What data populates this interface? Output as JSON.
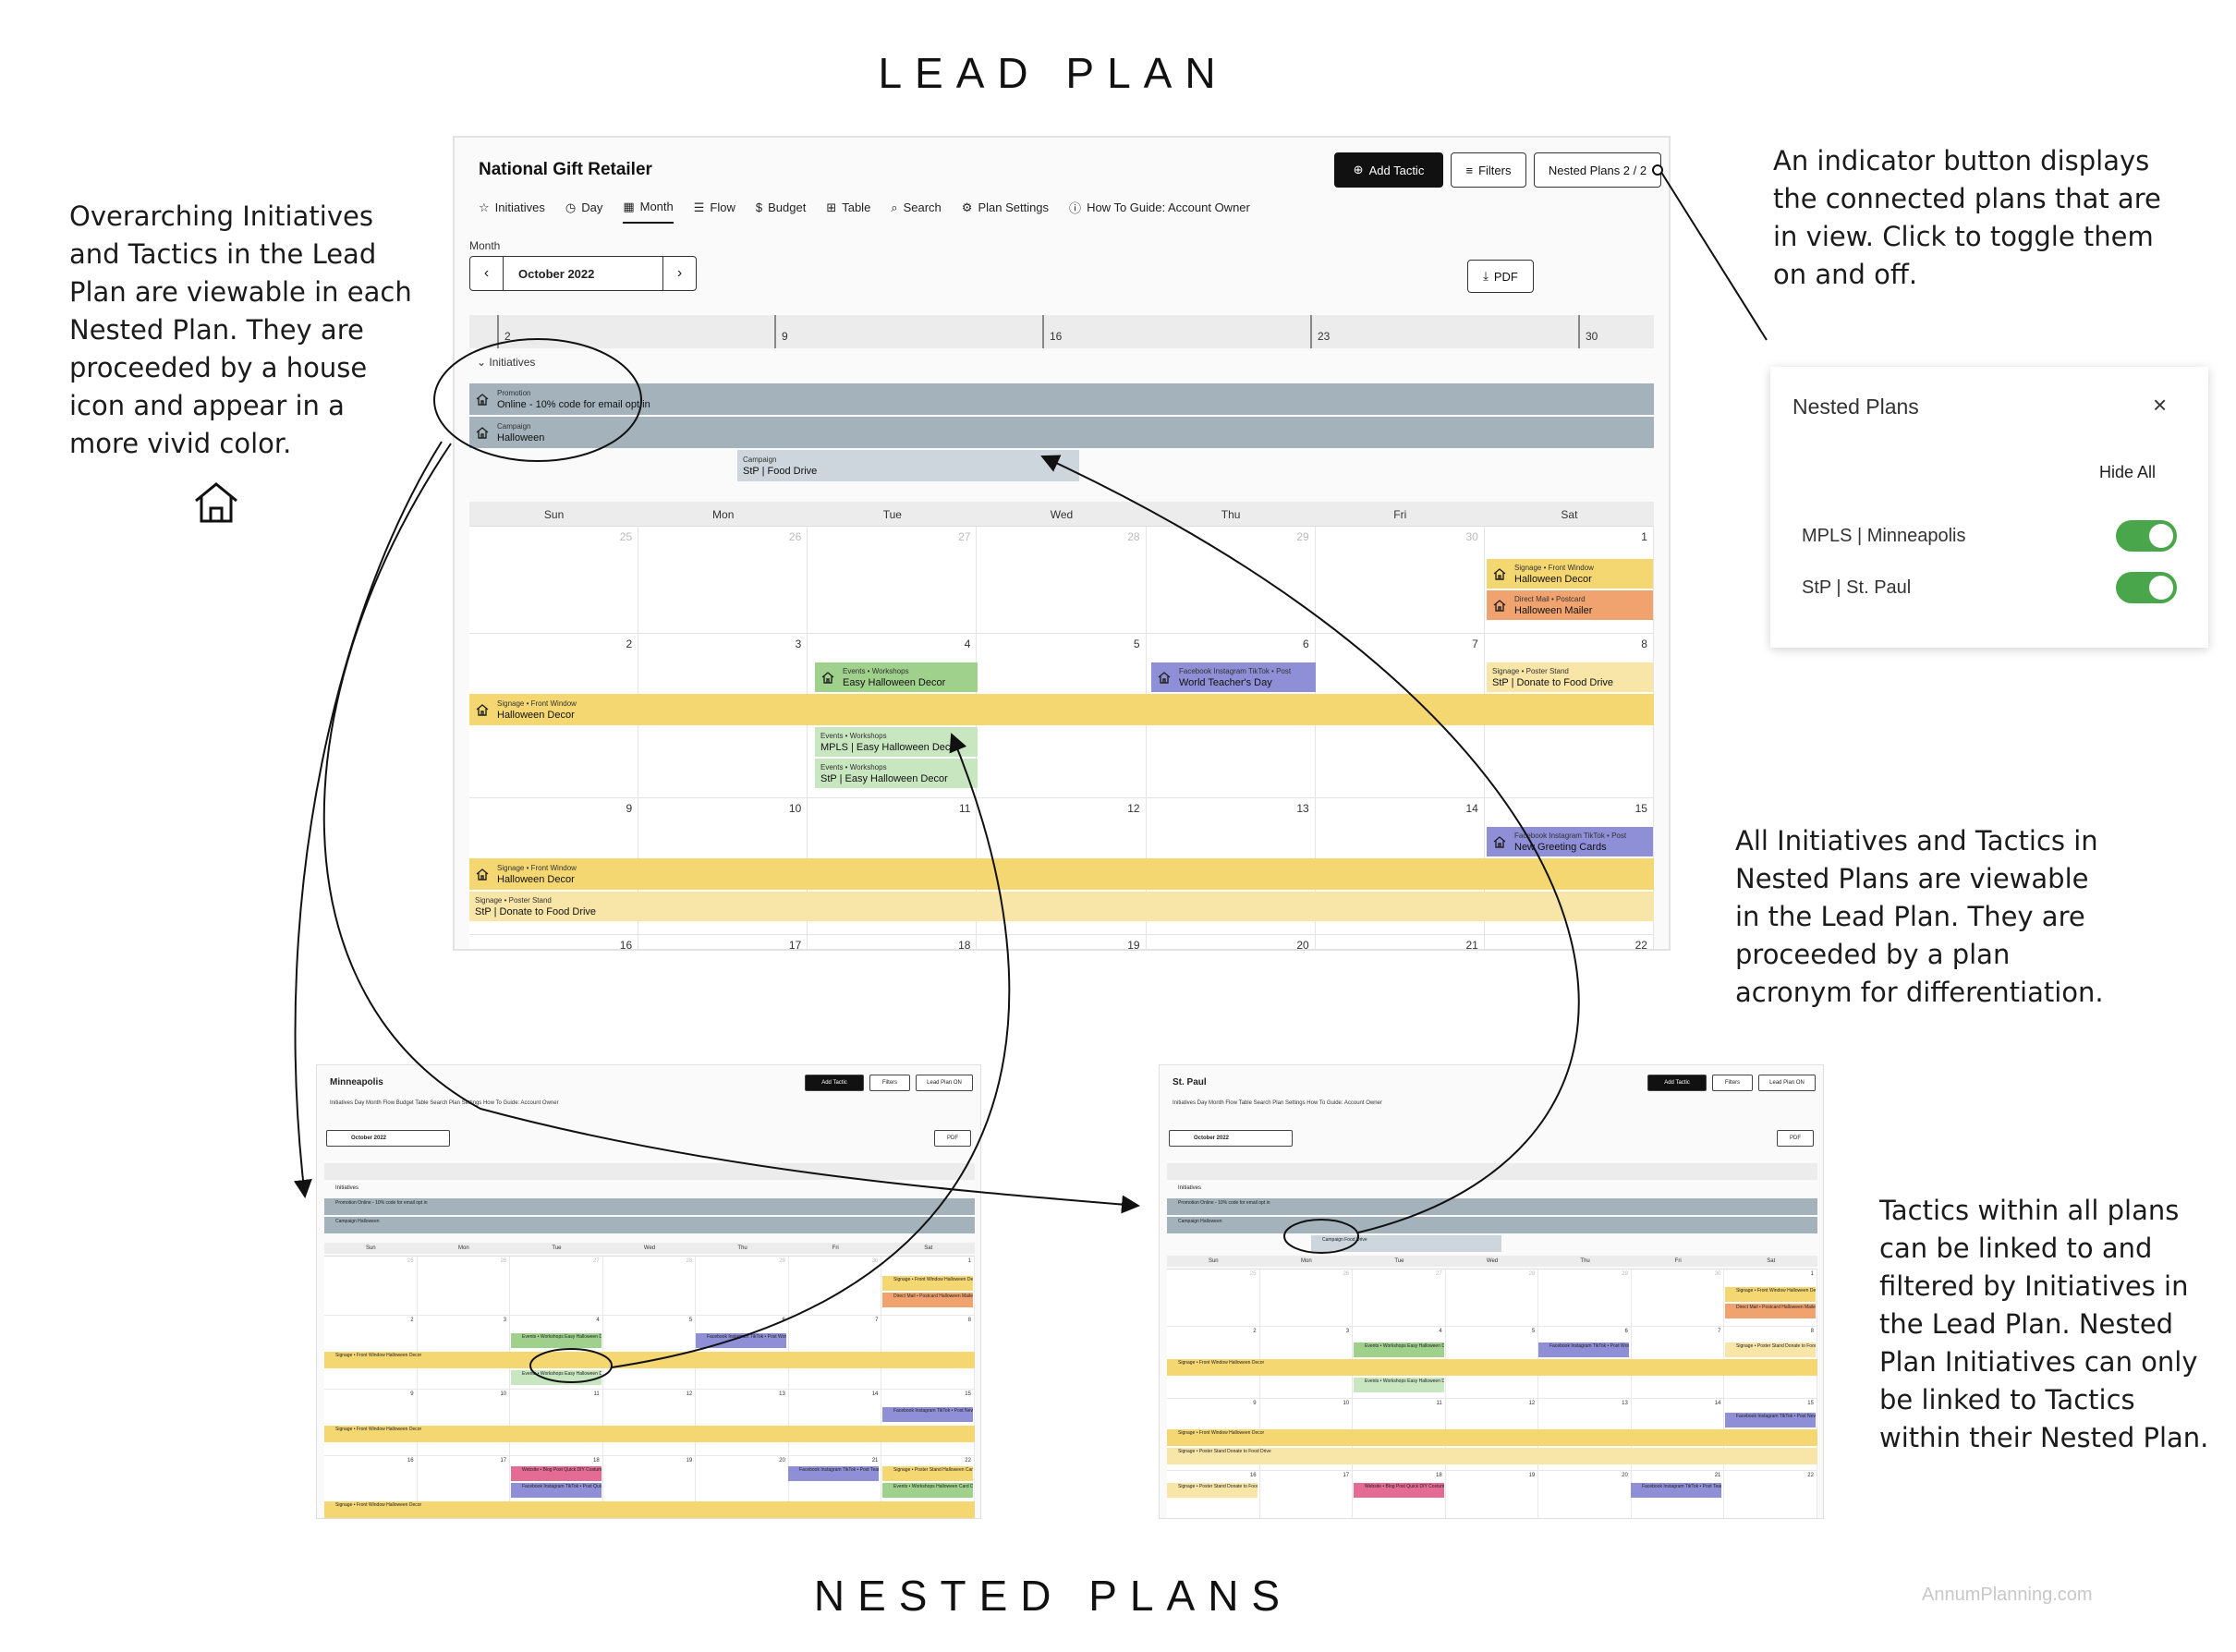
{
  "headings": {
    "lead": "LEAD PLAN",
    "nested": "NESTED PLANS"
  },
  "annotations": {
    "left": "Overarching Initiatives\nand Tactics in the Lead\nPlan are viewable in each\nNested Plan. They are\nproceeded by a house\nicon and appear in a\nmore vivid color.",
    "top_right": "An indicator button displays\nthe connected plans that are\nin view. Click to toggle them\non and off.",
    "mid_right": "All Initiatives and Tactics in\nNested Plans are viewable\nin the Lead Plan. They are\nproceeded by a plan\nacronym for differentiation.",
    "bottom_right": "Tactics within all plans\ncan be linked to and\nfiltered by Initiatives in\nthe Lead Plan. Nested\nPlan Initiatives can only\nbe linked to Tactics\nwithin their Nested Plan."
  },
  "footer": {
    "brand": "AnnumPlanning.com"
  },
  "lead_app": {
    "title": "National Gift Retailer",
    "buttons": {
      "add_tactic": "Add Tactic",
      "filters": "Filters",
      "nested_plans": "Nested Plans 2 / 2",
      "pdf": "PDF"
    },
    "nav": [
      {
        "label": "Initiatives",
        "icon": "star-icon"
      },
      {
        "label": "Day",
        "icon": "clock-icon"
      },
      {
        "label": "Month",
        "icon": "calendar-icon"
      },
      {
        "label": "Flow",
        "icon": "flow-icon"
      },
      {
        "label": "Budget",
        "icon": "dollar-icon"
      },
      {
        "label": "Table",
        "icon": "table-icon"
      },
      {
        "label": "Search",
        "icon": "search-icon"
      },
      {
        "label": "Plan Settings",
        "icon": "gear-icon"
      },
      {
        "label": "How To Guide: Account Owner",
        "icon": "info-icon"
      }
    ],
    "month_label": "Month",
    "month_value": "October 2022",
    "week_ticks": [
      "2",
      "9",
      "16",
      "23",
      "30"
    ],
    "initiatives_label": "Initiatives",
    "initiatives": [
      {
        "type": "Promotion",
        "name": "Online - 10% code for email opt in",
        "lead": true
      },
      {
        "type": "Campaign",
        "name": "Halloween",
        "lead": true
      },
      {
        "type": "Campaign",
        "name": "StP | Food Drive",
        "lead": false
      }
    ],
    "days_of_week": [
      "Sun",
      "Mon",
      "Tue",
      "Wed",
      "Thu",
      "Fri",
      "Sat"
    ],
    "weeks": [
      [
        "25",
        "26",
        "27",
        "28",
        "29",
        "30",
        "1"
      ],
      [
        "2",
        "3",
        "4",
        "5",
        "6",
        "7",
        "8"
      ],
      [
        "9",
        "10",
        "11",
        "12",
        "13",
        "14",
        "15"
      ],
      [
        "16",
        "17",
        "18",
        "19",
        "20",
        "21",
        "22"
      ]
    ],
    "tactics": {
      "w0_sat_a": {
        "type": "Signage • Front Window",
        "name": "Halloween Decor"
      },
      "w0_sat_b": {
        "type": "Direct Mail • Postcard",
        "name": "Halloween Mailer"
      },
      "w1_tue": {
        "type": "Events • Workshops",
        "name": "Easy Halloween Decor"
      },
      "w1_thu": {
        "type": "Facebook Instagram TikTok • Post",
        "name": "World Teacher's Day"
      },
      "w1_sat": {
        "type": "Signage • Poster Stand",
        "name": "StP | Donate to Food Drive"
      },
      "w1_span": {
        "type": "Signage • Front Window",
        "name": "Halloween Decor"
      },
      "w1_tue_mpls": {
        "type": "Events • Workshops",
        "name": "MPLS | Easy Halloween Decor"
      },
      "w1_tue_stp": {
        "type": "Events • Workshops",
        "name": "StP | Easy Halloween Decor"
      },
      "w2_sat": {
        "type": "Facebook Instagram TikTok • Post",
        "name": "New Greeting Cards"
      },
      "w2_span": {
        "type": "Signage • Front Window",
        "name": "Halloween Decor"
      },
      "w2_span_stp": {
        "type": "Signage • Poster Stand",
        "name": "StP | Donate to Food Drive"
      }
    },
    "colors": {
      "initiative": "#a3b2bb",
      "initiative_nested": "#ccd6dc",
      "yellow": "#f5d772",
      "yellow_light": "#f8e6a8",
      "orange": "#f0a36e",
      "green": "#9fd08c",
      "green_light": "#c8e6bf",
      "purple": "#8e8fd6"
    }
  },
  "popup": {
    "title": "Nested Plans",
    "close": "×",
    "hide_all": "Hide All",
    "plans": [
      {
        "label": "MPLS | Minneapolis",
        "enabled": true
      },
      {
        "label": "StP | St. Paul",
        "enabled": true
      }
    ]
  },
  "mini_mpls": {
    "title": "Minneapolis",
    "buttons": {
      "add_tactic": "Add Tactic",
      "filters": "Filters",
      "lead": "Lead Plan ON",
      "pdf": "PDF"
    },
    "nav": "Initiatives   Day   Month   Flow   Budget   Table   Search   Plan Settings   How To Guide: Account Owner",
    "month": "October 2022",
    "initiatives_label": "Initiatives",
    "initiatives": [
      "Promotion Online - 10% code for email opt in",
      "Campaign Halloween"
    ],
    "days_of_week": [
      "Sun",
      "Mon",
      "Tue",
      "Wed",
      "Thu",
      "Fri",
      "Sat"
    ],
    "chips": {
      "a": "Signage • Front Window Halloween Decor",
      "b": "Direct Mail • Postcard Halloween Mailer",
      "c": "Events • Workshops Easy Halloween Decor",
      "d": "Facebook Instagram TikTok • Post World Teacher's Day",
      "e": "Signage • Front Window Halloween Decor",
      "f": "Events • Workshops Easy Halloween Decor",
      "g": "Facebook Instagram TikTok • Post New Greeting Cards",
      "h": "Signage • Front Window Halloween Decor",
      "i": "Website • Blog Post Quick DIY Costume Ideas",
      "j": "Facebook Instagram TikTok • Post Quick DIY Costume Ideas",
      "k": "Facebook Instagram TikTok • Post Team Member Favorites - Eatups",
      "l": "Signage • Poster Stand Halloween Card Demos",
      "m": "Events • Workshops Halloween Card Demos",
      "n": "Signage • Front Window Halloween Decor"
    }
  },
  "mini_stp": {
    "title": "St. Paul",
    "buttons": {
      "add_tactic": "Add Tactic",
      "filters": "Filters",
      "lead": "Lead Plan ON",
      "pdf": "PDF"
    },
    "nav": "Initiatives   Day   Month   Flow   Table   Search   Plan Settings   How To Guide: Account Owner",
    "month": "October 2022",
    "initiatives_label": "Initiatives",
    "initiatives": [
      "Promotion Online - 10% code for email opt in",
      "Campaign Halloween",
      "Campaign Food Drive"
    ],
    "days_of_week": [
      "Sun",
      "Mon",
      "Tue",
      "Wed",
      "Thu",
      "Fri",
      "Sat"
    ],
    "chips": {
      "a": "Signage • Front Window Halloween Decor",
      "b": "Direct Mail • Postcard Halloween Mailer",
      "c": "Events • Workshops Easy Halloween Decor",
      "d": "Facebook Instagram TikTok • Post World Teacher's Day",
      "e": "Signage • Poster Stand Donate to Food Drive",
      "f": "Signage • Front Window Halloween Decor",
      "g": "Events • Workshops Easy Halloween Decor",
      "h": "Facebook Instagram TikTok • Post New Greeting Cards",
      "i": "Signage • Front Window Halloween Decor",
      "j": "Signage • Poster Stand Donate to Food Drive",
      "k": "Signage • Poster Stand Donate to Food Drive",
      "l": "Website • Blog Post Quick DIY Costume Ideas",
      "m": "Facebook Instagram TikTok • Post Team Member Favorites - Eatups"
    }
  }
}
